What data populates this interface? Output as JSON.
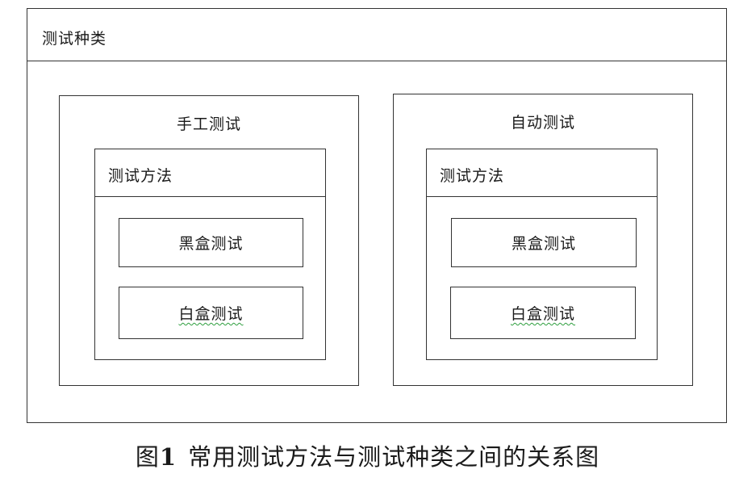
{
  "diagram": {
    "outer_label": "测试种类",
    "panels": [
      {
        "title": "手工测试",
        "method_label": "测试方法",
        "items": [
          "黑盒测试",
          "白盒测试"
        ]
      },
      {
        "title": "自动测试",
        "method_label": "测试方法",
        "items": [
          "黑盒测试",
          "白盒测试"
        ]
      }
    ]
  },
  "caption": {
    "prefix": "图",
    "number": "1",
    "text": "常用测试方法与测试种类之间的关系图"
  }
}
